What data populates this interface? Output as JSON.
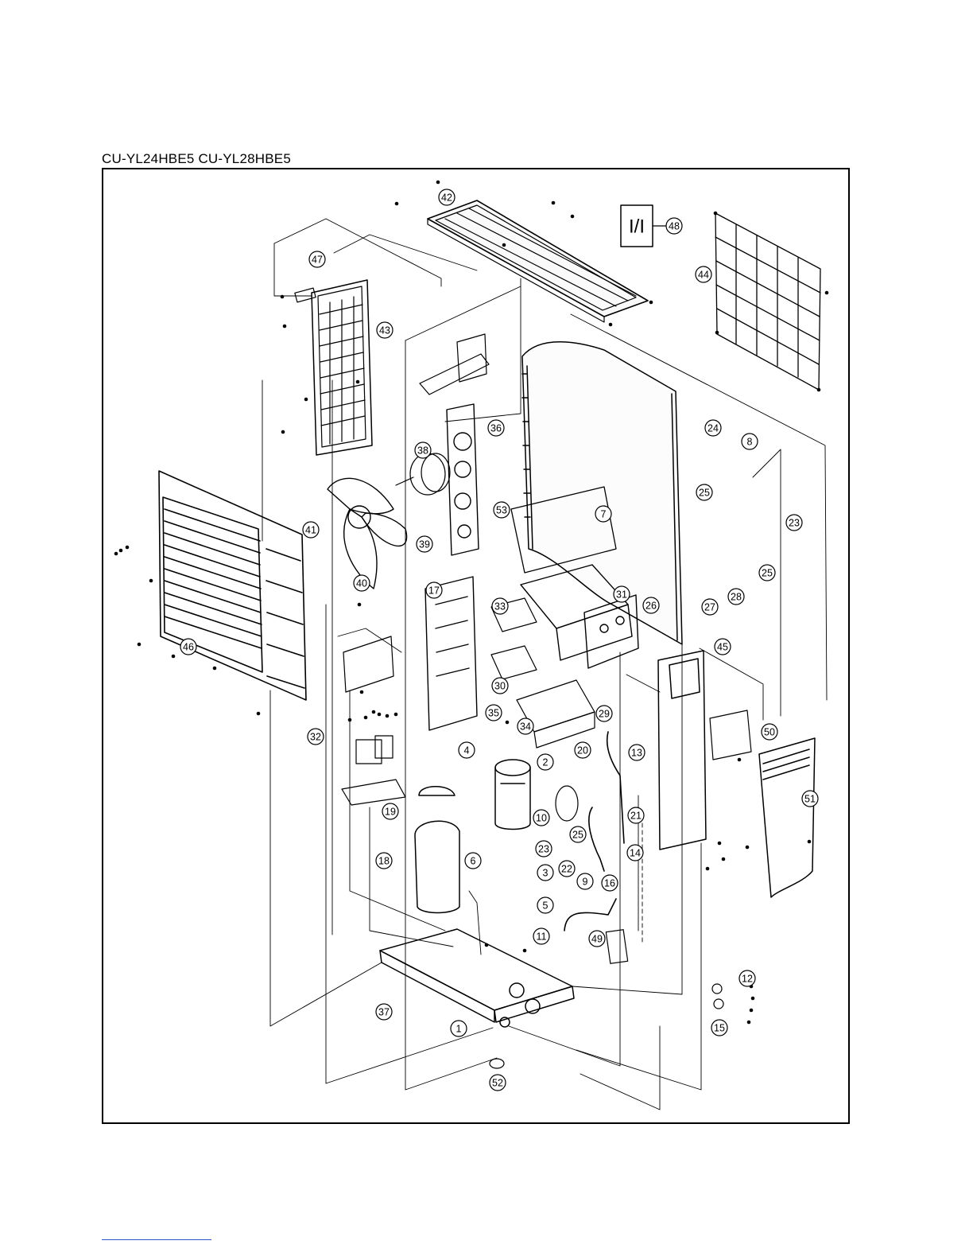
{
  "header": {
    "title": "CU-YL24HBE5  CU-YL28HBE5"
  },
  "diagram": {
    "manual_label": "I/I",
    "callouts": [
      "1",
      "2",
      "3",
      "4",
      "5",
      "6",
      "7",
      "8",
      "9",
      "10",
      "11",
      "12",
      "13",
      "14",
      "15",
      "16",
      "17",
      "18",
      "19",
      "20",
      "21",
      "22",
      "23",
      "23",
      "24",
      "25",
      "25",
      "25",
      "26",
      "27",
      "28",
      "29",
      "30",
      "31",
      "32",
      "33",
      "34",
      "35",
      "36",
      "37",
      "38",
      "39",
      "40",
      "41",
      "42",
      "43",
      "44",
      "45",
      "46",
      "47",
      "48",
      "49",
      "50",
      "51",
      "52",
      "53"
    ]
  }
}
